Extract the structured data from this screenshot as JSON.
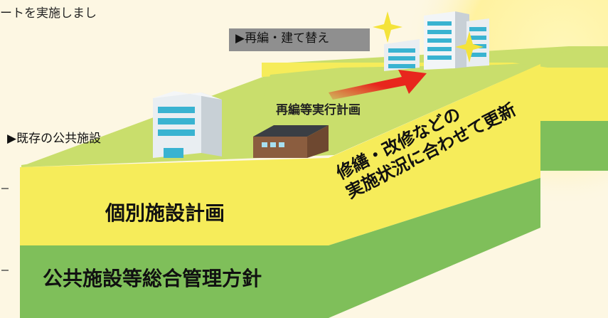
{
  "intro_text": "ートを実施しまし",
  "tags": {
    "rebuild": "▶再編・建て替え",
    "existing": "▶既存の公共施設"
  },
  "arrow_label": "再編等実行計画",
  "layers": {
    "individual_plan": "個別施設計画",
    "general_policy": "公共施設等総合管理方針"
  },
  "slope_text": {
    "line1": "修繕・改修などの",
    "line2": "実施状況に合わせて更新"
  },
  "colors": {
    "yellow_face": "#f6ec5a",
    "green_face": "#7fbf5a",
    "top_surface": "#c7dd6a",
    "arrow": "#e8261d",
    "glow": "#fff09a"
  }
}
